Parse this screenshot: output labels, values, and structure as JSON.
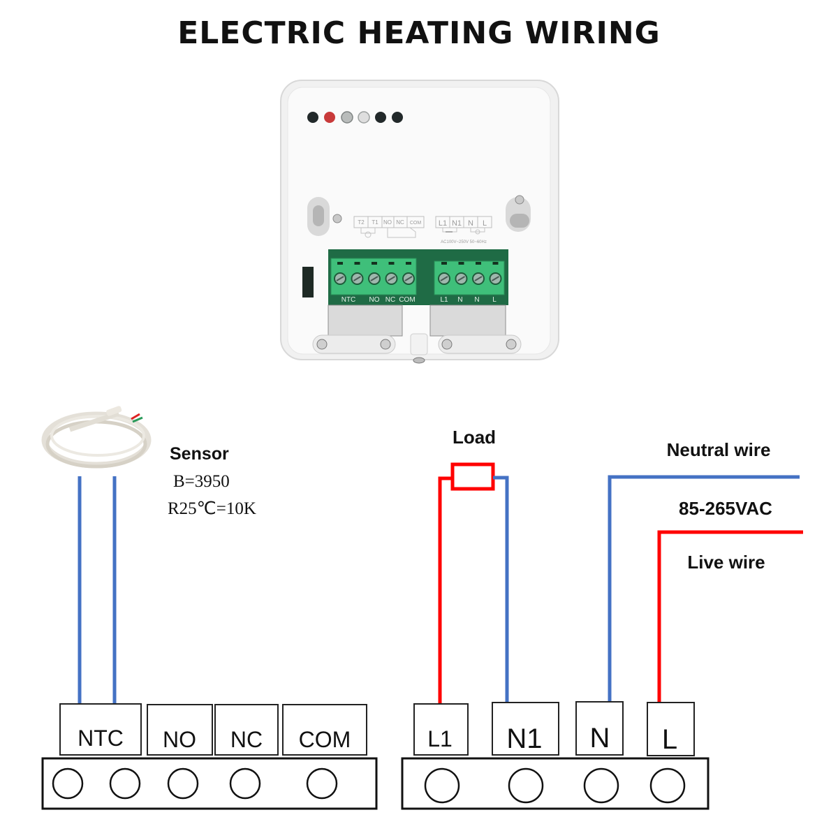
{
  "title": "ELECTRIC HEATING WIRING",
  "colors": {
    "live": "#ff0000",
    "neutral": "#4472c4",
    "text": "#111111",
    "pcb": "#1f6b45",
    "terminal_green": "#3fbf7a"
  },
  "device": {
    "name": "thermostat-back-panel",
    "leds": [
      "dark",
      "red",
      "clear",
      "clear-white",
      "dark",
      "dark"
    ],
    "label_plate_left": [
      "T2",
      "T1",
      "NO",
      "NC",
      "COM"
    ],
    "label_plate_right": [
      "L1",
      "N1",
      "N",
      "L"
    ],
    "rating": "AC100V~250V 50~60Hz",
    "pcb_labels_left": [
      "NTC",
      "NO",
      "NC",
      "COM"
    ],
    "pcb_labels_right": [
      "L1",
      "N",
      "N",
      "L"
    ],
    "screw_terminals_left": 5,
    "screw_terminals_right": 4
  },
  "sensor": {
    "title": "Sensor",
    "b_value": "B=3950",
    "resistance": "R25℃=10K"
  },
  "load": {
    "label": "Load"
  },
  "supply": {
    "neutral_label": "Neutral wire",
    "voltage_label": "85-265VAC",
    "live_label": "Live wire"
  },
  "terminals_left": {
    "labels": [
      "NTC",
      "NO",
      "NC",
      "COM"
    ],
    "screw_count": 5
  },
  "terminals_right": {
    "labels": [
      "L1",
      "N1",
      "N",
      "L"
    ],
    "screw_count": 4
  }
}
